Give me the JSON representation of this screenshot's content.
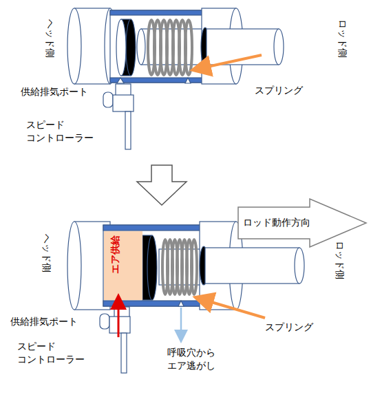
{
  "diagram": {
    "nodes": [
      {
        "text": [
          "ロッド動作方向"
        ]
      },
      {
        "text": [
          "エア供給"
        ]
      }
    ],
    "labels": [
      "ヘッド側",
      "ロッド側",
      "供給排気ポート",
      "スピード コントローラー",
      "スプリング",
      "ヘッド側",
      "ロッド側",
      "供給排気ポート",
      "スピード コントローラー",
      "スプリング",
      "呼吸穴から エア逃がし"
    ]
  }
}
